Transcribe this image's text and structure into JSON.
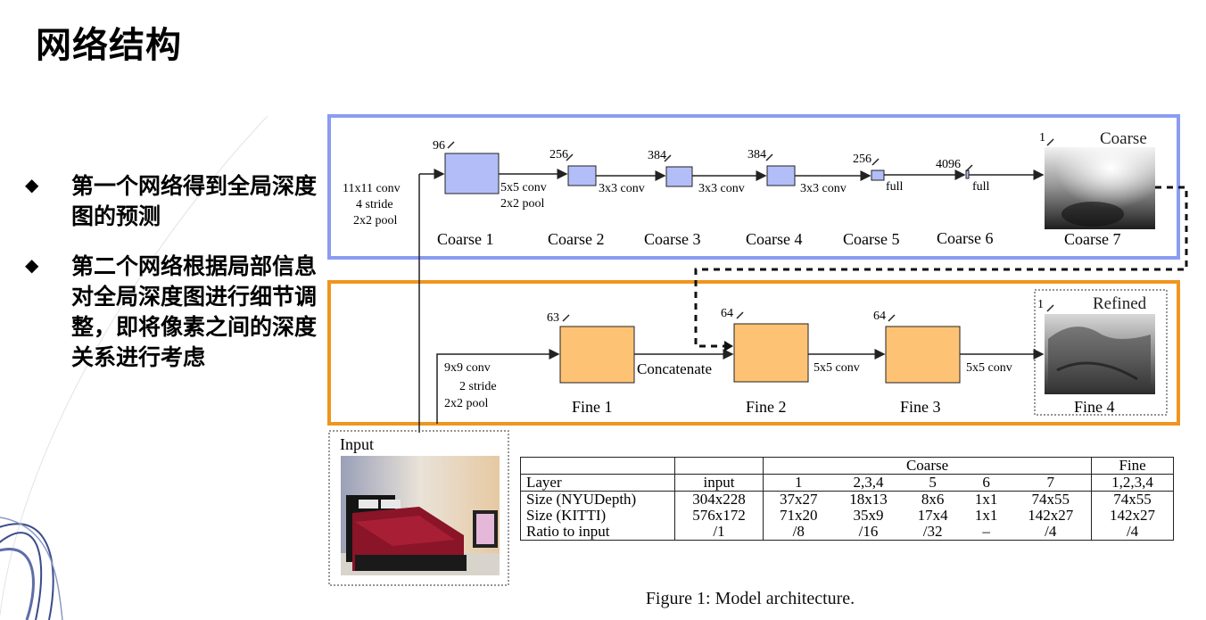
{
  "slide": {
    "title": "网络结构",
    "bullets": [
      {
        "marker": "◆",
        "text": "第一个网络得到全局深度图的预测"
      },
      {
        "marker": "◆",
        "text": "第二个网络根据局部信息对全局深度图进行细节调整，即将像素之间的深度关系进行考虑"
      }
    ]
  },
  "figure": {
    "coarse_panel": {
      "title": "Coarse",
      "input_ops": [
        "11x11 conv",
        "4 stride",
        "2x2 pool"
      ],
      "layers": [
        {
          "name": "Coarse 1",
          "channels": "96"
        },
        {
          "name": "Coarse 2",
          "channels": "256"
        },
        {
          "name": "Coarse 3",
          "channels": "384"
        },
        {
          "name": "Coarse 4",
          "channels": "384"
        },
        {
          "name": "Coarse 5",
          "channels": "256"
        },
        {
          "name": "Coarse 6",
          "channels": "4096"
        },
        {
          "name": "Coarse 7",
          "channels": "1"
        }
      ],
      "ops": [
        "5x5 conv",
        "2x2 pool",
        "3x3 conv",
        "3x3 conv",
        "3x3 conv",
        "full",
        "full"
      ]
    },
    "fine_panel": {
      "title": "Refined",
      "input_ops": [
        "9x9 conv",
        "2 stride",
        "2x2 pool"
      ],
      "layers": [
        {
          "name": "Fine 1",
          "channels": "63"
        },
        {
          "name": "Fine 2",
          "channels": "64"
        },
        {
          "name": "Fine 3",
          "channels": "64"
        },
        {
          "name": "Fine 4",
          "channels": "1"
        }
      ],
      "ops": [
        "Concatenate",
        "5x5 conv",
        "5x5 conv"
      ]
    },
    "input_label": "Input",
    "caption": "Figure 1: Model architecture.",
    "colors": {
      "coarse_border": "#8a9cf2",
      "fine_border": "#f0951f",
      "coarse_fill": "#b3bdf7",
      "fine_fill": "#fdc274"
    }
  },
  "table": {
    "group_header": [
      "",
      "",
      "Coarse",
      "Fine"
    ],
    "columns": [
      "Layer",
      "input",
      "1",
      "2,3,4",
      "5",
      "6",
      "7",
      "1,2,3,4"
    ],
    "rows": [
      [
        "Size (NYUDepth)",
        "304x228",
        "37x27",
        "18x13",
        "8x6",
        "1x1",
        "74x55",
        "74x55"
      ],
      [
        "Size (KITTI)",
        "576x172",
        "71x20",
        "35x9",
        "17x4",
        "1x1",
        "142x27",
        "142x27"
      ],
      [
        "Ratio to input",
        "/1",
        "/8",
        "/16",
        "/32",
        "–",
        "/4",
        "/4"
      ]
    ]
  }
}
